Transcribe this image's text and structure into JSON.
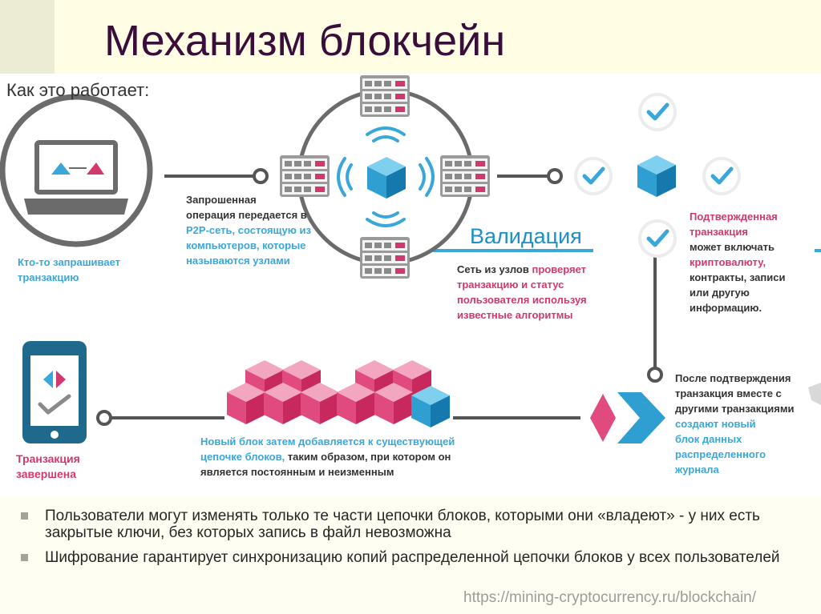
{
  "title": "Механизм блокчейн",
  "how_it_works": "Как это работает:",
  "validation_title": "Валидация",
  "labels": {
    "request_1": "Кто-то запрашивает",
    "request_2": "транзакцию",
    "broadcast_1": "Запрошенная",
    "broadcast_2": "операция передается в",
    "broadcast_3": "P2P-сеть, состоящую из",
    "broadcast_4": "компьютеров, которые",
    "broadcast_5": "называются узлами",
    "validate_1a": "Сеть из узлов ",
    "validate_1b": "проверяет",
    "validate_2": "транзакцию и статус",
    "validate_3": "пользователя используя",
    "validate_4": "известные алгоритмы",
    "verified_1": "Подтвержденная",
    "verified_2": "транзакция",
    "verified_3": "может включать",
    "verified_4": "криптовалюту,",
    "verified_5": "контракты, записи",
    "verified_6": "или другую",
    "verified_7": "информацию.",
    "block_1": "После подтверждения",
    "block_2": "транзакция вместе с",
    "block_3": "другими транзакциями",
    "block_4": "создают новый",
    "block_5": "блок данных",
    "block_6": "распределенного",
    "block_7": "журнала",
    "chain_1a": "Новый блок затем добавляется к существующей",
    "chain_2a": "цепочке блоков,",
    "chain_2b": " таким образом, при котором он",
    "chain_3": "является постоянным и неизменным",
    "complete_1": "Транзакция",
    "complete_2": "завершена"
  },
  "bullets": [
    "Пользователи могут изменять только те части цепочки блоков, которыми они «владеют» - у них есть закрытые ключи, без которых запись в файл невозможна",
    "Шифрование гарантирует синхронизацию копий распределенной цепочки блоков у всех пользователей"
  ],
  "source_url": "https://mining-cryptocurrency.ru/blockchain/",
  "icons": [
    "laptop-icon",
    "server-icon",
    "wifi-signal-icon",
    "cube-icon",
    "checkmark-icon",
    "phone-icon",
    "chevron-icon"
  ],
  "colors": {
    "teal": "#3aa7da",
    "blue": "#1e8ec6",
    "pink": "#d2386c",
    "gray": "#6b6b6b",
    "title": "#3a0e3a"
  }
}
